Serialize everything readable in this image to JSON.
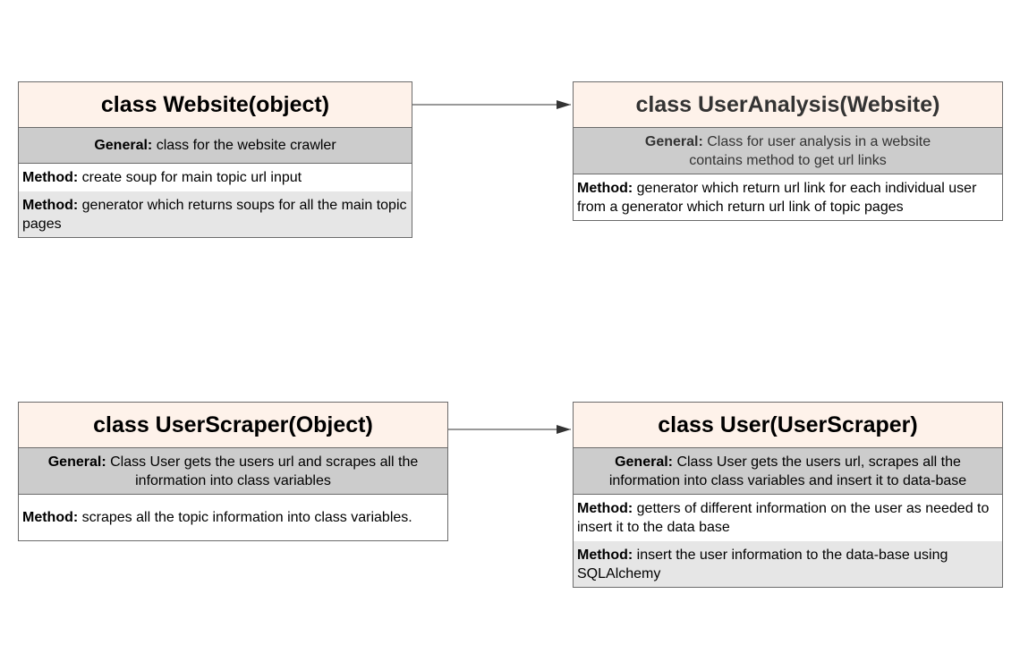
{
  "diagram": {
    "classes": {
      "website": {
        "title": "class Website(object)",
        "general_label": "General:",
        "general_text": " class for the website crawler",
        "methods": [
          {
            "label": "Method:",
            "text": " create soup for main topic url input"
          },
          {
            "label": "Method:",
            "text": " generator which returns soups for all the main topic pages"
          }
        ]
      },
      "user_analysis": {
        "title": "class UserAnalysis(Website)",
        "general_label": "General:",
        "general_text": " Class for user analysis in a website contains method to get url links",
        "methods": [
          {
            "label": "Method:",
            "text": " generator which return url link for each individual user from a generator which return url link of topic pages"
          }
        ]
      },
      "user_scraper": {
        "title": "class UserScraper(Object)",
        "general_label": "General:",
        "general_text": " Class User gets the users url and scrapes all the information into class variables",
        "methods": [
          {
            "label": "Method:",
            "text": " scrapes all the topic information into class variables."
          }
        ]
      },
      "user": {
        "title": "class User(UserScraper)",
        "general_label": "General:",
        "general_text": " Class User gets the users url, scrapes all the information into class variables and insert it to data-base",
        "methods": [
          {
            "label": "Method:",
            "text": " getters of different information on the user as needed to insert it to the data base"
          },
          {
            "label": "Method:",
            "text": " insert the user information to the data-base using SQLAlchemy"
          }
        ]
      }
    },
    "colors": {
      "header_fill": "#fef2ea",
      "general_fill": "#cccccc",
      "method_alt_fill": "#e6e6e6",
      "border": "#6b6b6b",
      "arrow": "#333333"
    }
  }
}
